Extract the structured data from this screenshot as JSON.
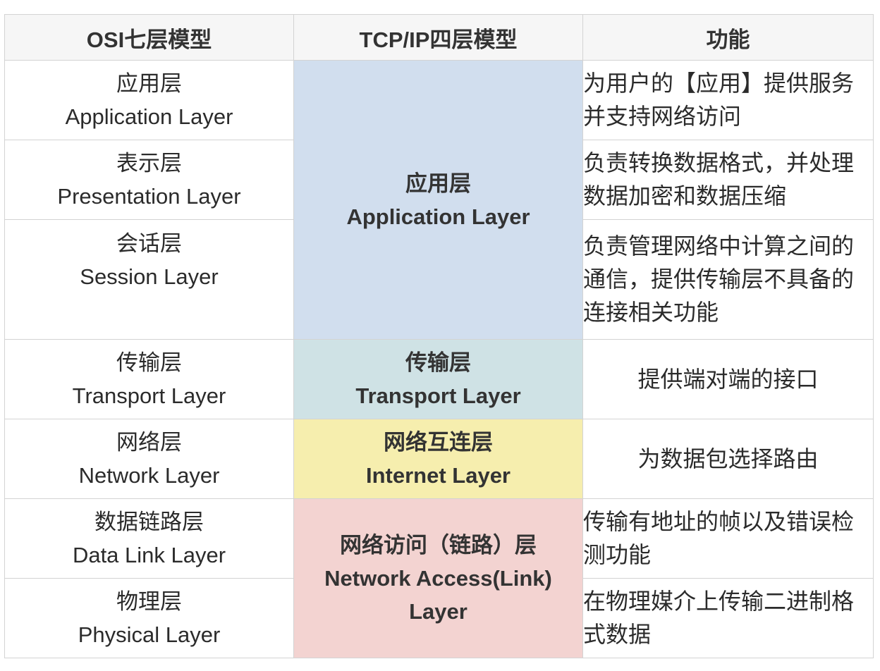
{
  "colors": {
    "header_bg": "#f6f6f6",
    "border": "#d3d3d3",
    "application_layer": "#d1deee",
    "transport_layer": "#cfe2e5",
    "internet_layer": "#f6eeae",
    "network_access_layer": "#f3d3d1"
  },
  "headers": {
    "osi": "OSI七层模型",
    "tcpip": "TCP/IP四层模型",
    "function": "功能"
  },
  "osi_layers": [
    {
      "zh": "应用层",
      "en": "Application Layer",
      "function": "为用户的【应用】提供服务并支持网络访问"
    },
    {
      "zh": "表示层",
      "en": "Presentation Layer",
      "function": "负责转换数据格式，并处理数据加密和数据压缩"
    },
    {
      "zh": "会话层",
      "en": "Session Layer",
      "function": "负责管理网络中计算之间的通信，提供传输层不具备的连接相关功能"
    },
    {
      "zh": "传输层",
      "en": "Transport Layer",
      "function": "提供端对端的接口"
    },
    {
      "zh": "网络层",
      "en": "Network Layer",
      "function": "为数据包选择路由"
    },
    {
      "zh": "数据链路层",
      "en": "Data Link Layer",
      "function": "传输有地址的帧以及错误检测功能"
    },
    {
      "zh": "物理层",
      "en": "Physical Layer",
      "function": "在物理媒介上传输二进制格式数据"
    }
  ],
  "tcpip_layers": [
    {
      "zh": "应用层",
      "en": "Application Layer"
    },
    {
      "zh": "传输层",
      "en": "Transport Layer"
    },
    {
      "zh": "网络互连层",
      "en": "Internet Layer"
    },
    {
      "zh": "网络访问（链路）层",
      "en_line1": "Network Access(Link)",
      "en_line2": "Layer"
    }
  ]
}
